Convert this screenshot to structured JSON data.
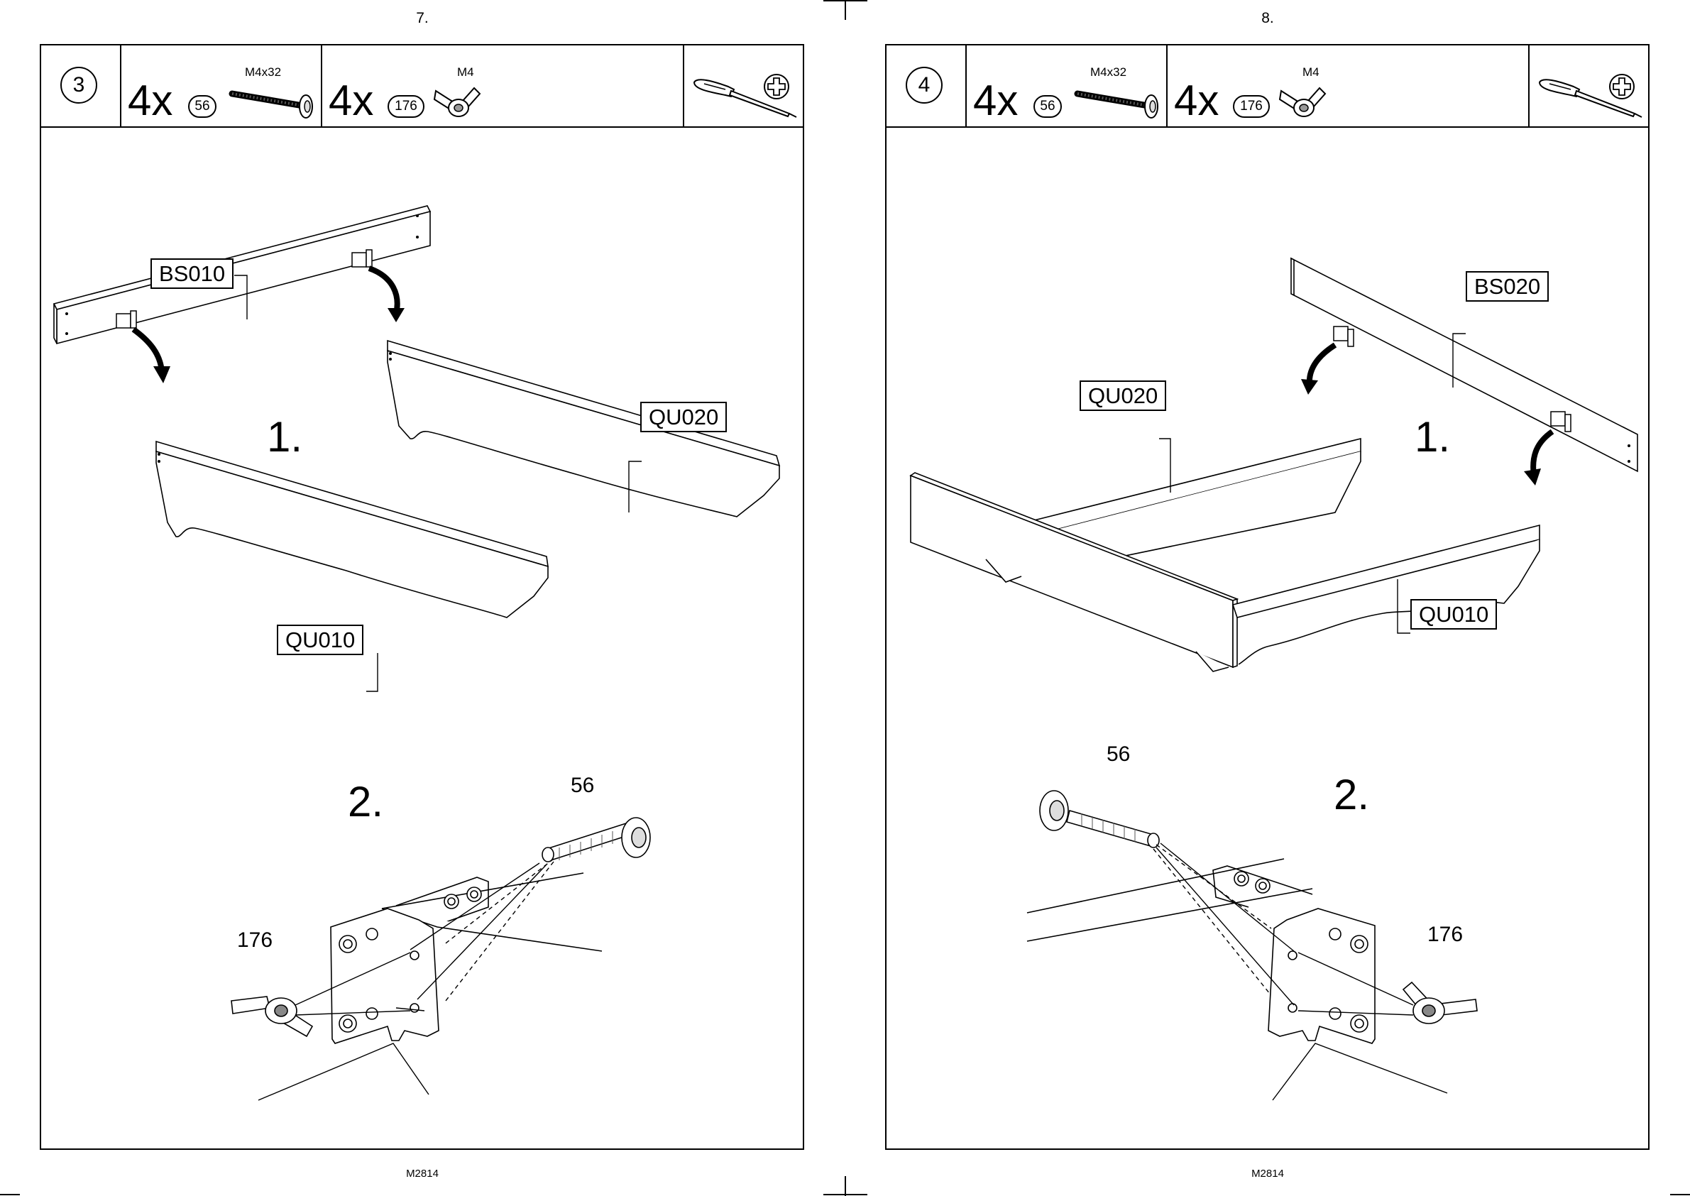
{
  "pages": [
    {
      "page_number": "7.",
      "footer": "M2814",
      "step": "3",
      "hardware": [
        {
          "qty": "4x",
          "part_id": "56",
          "size": "M4x32",
          "icon": "bolt-icon"
        },
        {
          "qty": "4x",
          "part_id": "176",
          "size": "M4",
          "icon": "wing-nut-icon"
        }
      ],
      "tools": [
        "screwdriver-icon",
        "phillips-head-icon"
      ],
      "callouts": [
        "BS010",
        "QU020",
        "QU010"
      ],
      "substeps": [
        "1.",
        "2."
      ],
      "hardware_labels": [
        "56",
        "176"
      ]
    },
    {
      "page_number": "8.",
      "footer": "M2814",
      "step": "4",
      "hardware": [
        {
          "qty": "4x",
          "part_id": "56",
          "size": "M4x32",
          "icon": "bolt-icon"
        },
        {
          "qty": "4x",
          "part_id": "176",
          "size": "M4",
          "icon": "wing-nut-icon"
        }
      ],
      "tools": [
        "screwdriver-icon",
        "phillips-head-icon"
      ],
      "callouts": [
        "BS020",
        "QU020",
        "QU010"
      ],
      "substeps": [
        "1.",
        "2."
      ],
      "hardware_labels": [
        "56",
        "176"
      ]
    }
  ]
}
